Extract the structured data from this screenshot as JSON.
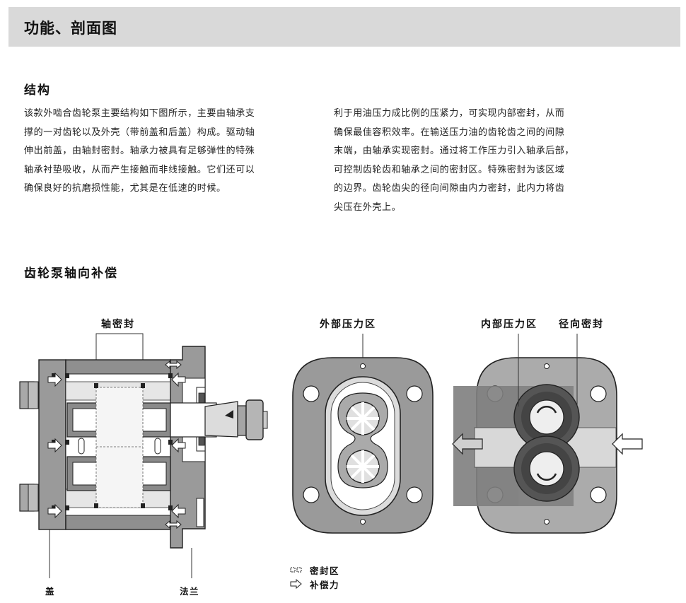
{
  "header": {
    "title": "功能、剖面图"
  },
  "structure": {
    "heading": "结构",
    "left_lines": [
      "该款外啮合齿轮泵主要结构如下图所示，主要由轴承支",
      "撑的一对齿轮以及外壳（带前盖和后盖）构成。驱动轴",
      "伸出前盖，由轴封密封。轴承力被具有足够弹性的特殊",
      "轴承衬垫吸收，从而产生接触而非线接触。它们还可以",
      "确保良好的抗磨损性能，尤其是在低速的时候。"
    ],
    "right_lines": [
      "利于用油压力成比例的压紧力，可实现内部密封，从而",
      "确保最佳容积效率。在输送压力油的齿轮齿之间的间隙",
      "末端，由轴承实现密封。通过将工作压力引入轴承后部，",
      "可控制齿轮齿和轴承之间的密封区。特殊密封为该区域",
      "的边界。齿轮齿尖的径向间隙由内力密封，此内力将齿",
      "尖压在外壳上。"
    ]
  },
  "compensation": {
    "heading": "齿轮泵轴向补偿"
  },
  "figure_labels": {
    "shaft_seal": "轴密封",
    "cover": "盖",
    "flange": "法兰",
    "outer_pressure_zone": "外部压力区",
    "inner_pressure_zone": "内部压力区",
    "radial_seal": "径向密封"
  },
  "legend": {
    "seal_zone": "密封区",
    "compensation_force": "补偿力"
  },
  "colors": {
    "header_band": "#d9d9d9",
    "housing_gray": "#9a9a9a",
    "dark_gray": "#6e6e6e",
    "light_gray": "#d6d6d6"
  }
}
